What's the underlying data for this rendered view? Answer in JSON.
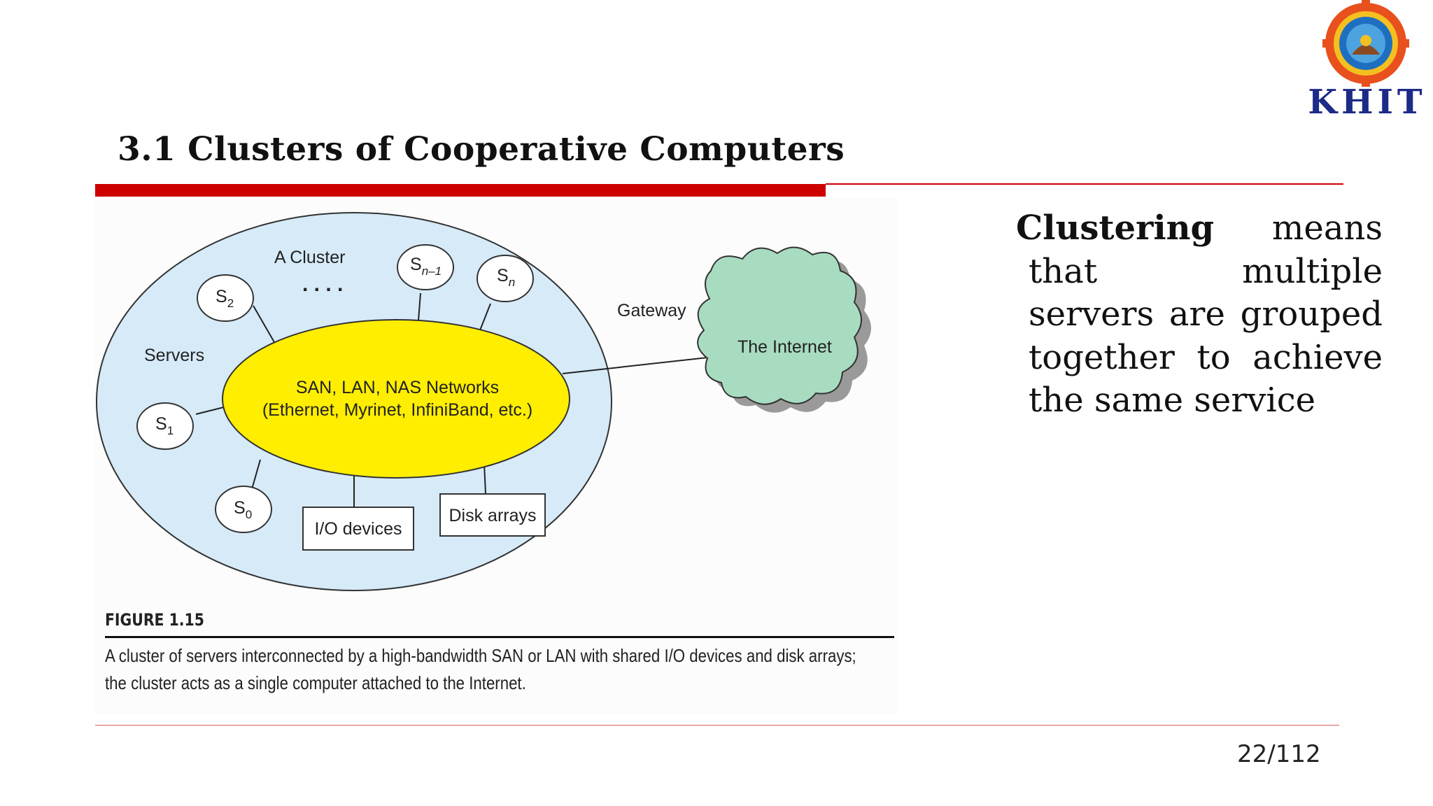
{
  "slide": {
    "title": "3.1 Clusters of Cooperative Computers",
    "page_number": "22/112"
  },
  "logo": {
    "text": "KHIT"
  },
  "body": {
    "term": "Clustering",
    "rest": " means that multiple servers are grouped together to achieve the same service"
  },
  "figure": {
    "label": "FIGURE 1.15",
    "caption_line1": "A cluster of servers interconnected by a high-bandwidth SAN or LAN with shared I/O devices and disk arrays;",
    "caption_line2": "the cluster acts as a single computer attached to the Internet.",
    "cluster_label": "A Cluster",
    "servers_label": "Servers",
    "gateway_label": "Gateway",
    "internet_label": "The Internet",
    "network_line1": "SAN, LAN, NAS Networks",
    "network_line2": "(Ethernet, Myrinet, InfiniBand, etc.)",
    "io_label": "I/O devices",
    "disk_label": "Disk arrays",
    "ellipsis": ". . . .",
    "nodes": {
      "s0": {
        "base": "S",
        "sub": "0"
      },
      "s1": {
        "base": "S",
        "sub": "1"
      },
      "s2": {
        "base": "S",
        "sub": "2"
      },
      "sn1": {
        "base": "S",
        "sub": "n–1"
      },
      "sn": {
        "base": "S",
        "sub": "n"
      }
    },
    "colors": {
      "cluster_fill": "#d6eaf8",
      "network_fill": "#ffee00",
      "cloud_fill": "#a8dcc0",
      "accent_red": "#cc0000"
    }
  }
}
